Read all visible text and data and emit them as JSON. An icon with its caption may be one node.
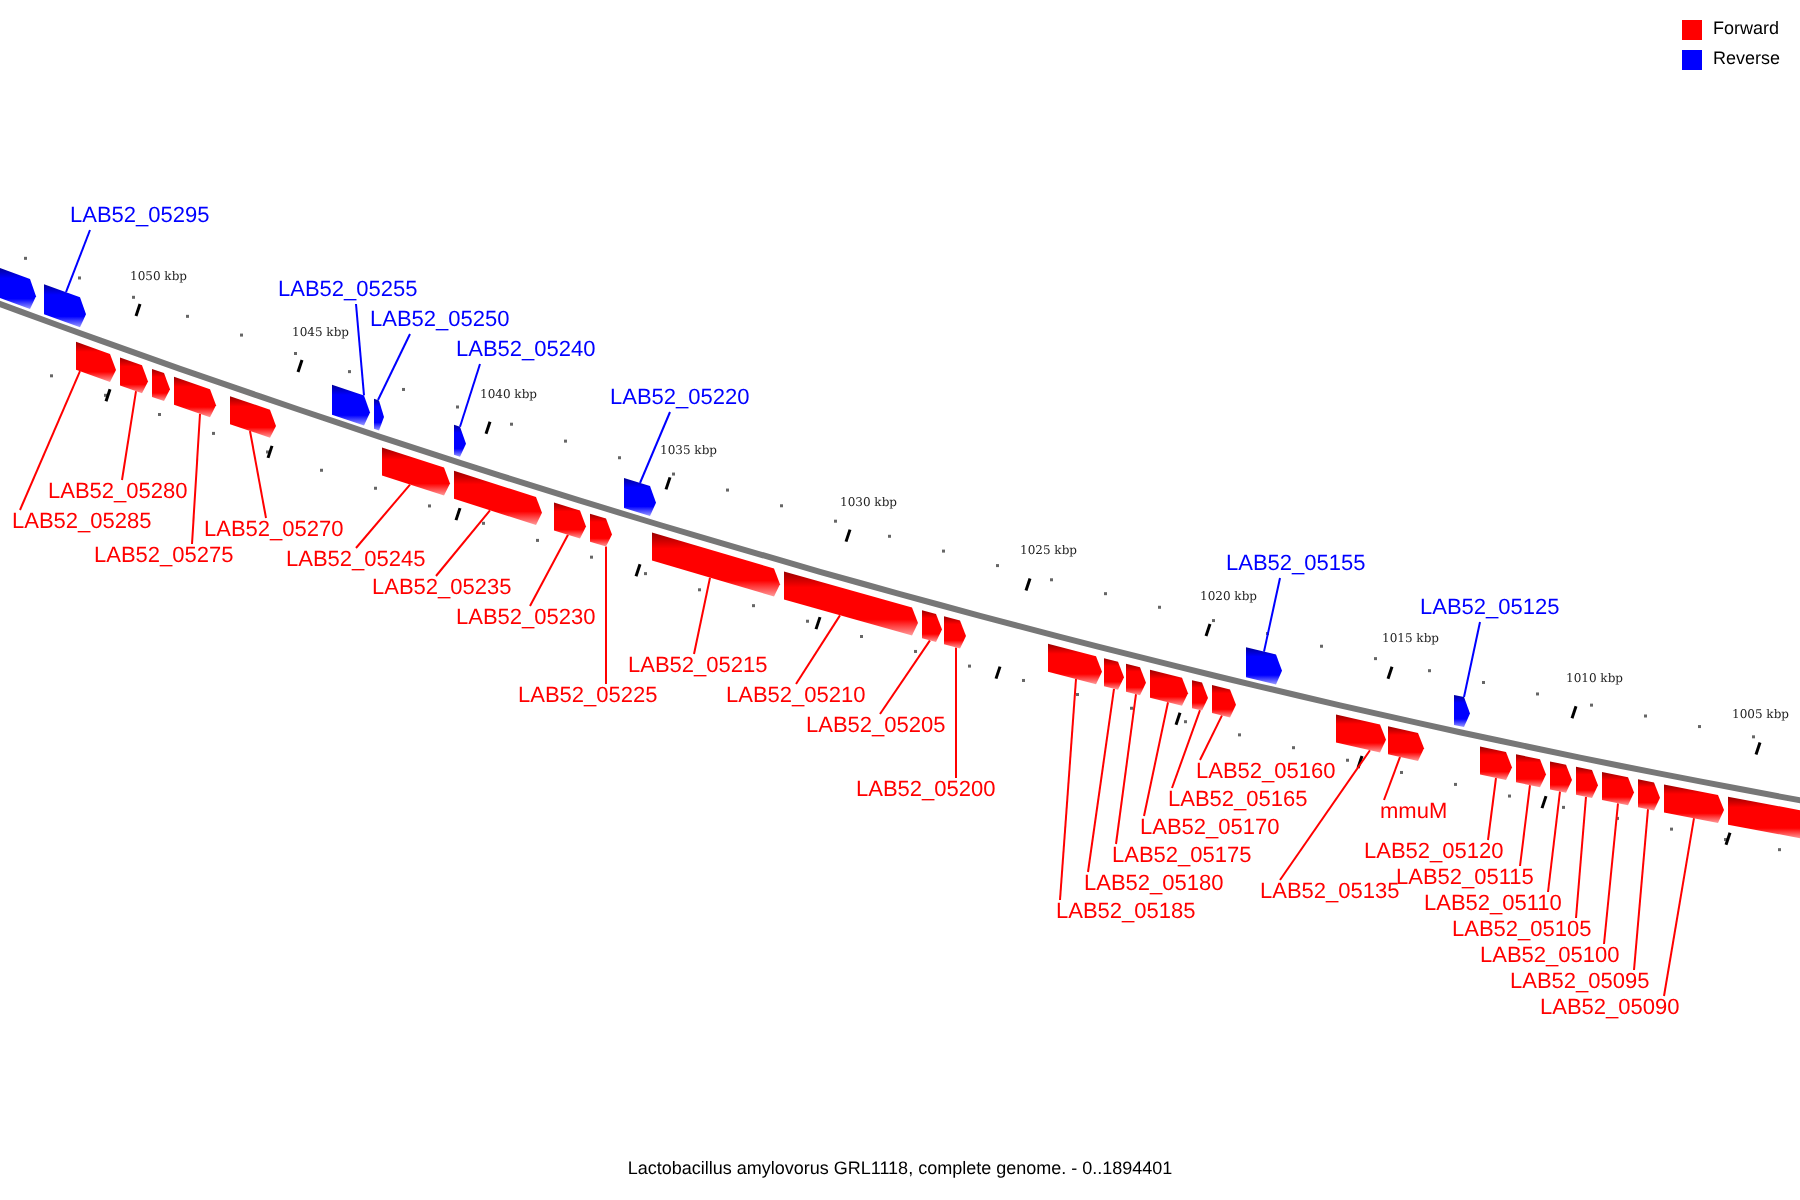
{
  "diagram": {
    "caption": "Lactobacillus amylovorus GRL1118, complete genome. - 0..1894401",
    "nodes": [
      {
        "text": [
          "LAB52_05295"
        ]
      },
      {
        "text": [
          "LAB52_05255"
        ]
      },
      {
        "text": [
          "LAB52_05250"
        ]
      },
      {
        "text": [
          "LAB52_05240"
        ]
      },
      {
        "text": [
          "LAB52_05220"
        ]
      },
      {
        "text": [
          "LAB52_05155"
        ]
      },
      {
        "text": [
          "LAB52_05125"
        ]
      },
      {
        "text": [
          "LAB52_05280"
        ]
      },
      {
        "text": [
          "LAB52_05285"
        ]
      },
      {
        "text": [
          "LAB52_05275"
        ]
      },
      {
        "text": [
          "LAB52_05270"
        ]
      },
      {
        "text": [
          "LAB52_05245"
        ]
      },
      {
        "text": [
          "LAB52_05235"
        ]
      },
      {
        "text": [
          "LAB52_05230"
        ]
      },
      {
        "text": [
          "LAB52_05225"
        ]
      },
      {
        "text": [
          "LAB52_05215"
        ]
      },
      {
        "text": [
          "LAB52_05210"
        ]
      },
      {
        "text": [
          "LAB52_05205"
        ]
      },
      {
        "text": [
          "LAB52_05200"
        ]
      },
      {
        "text": [
          "LAB52_05185"
        ]
      },
      {
        "text": [
          "LAB52_05180"
        ]
      },
      {
        "text": [
          "LAB52_05165"
        ]
      },
      {
        "text": [
          "LAB52_05160"
        ]
      },
      {
        "text": [
          "LAB52_05170"
        ]
      },
      {
        "text": [
          "LAB52_05175"
        ]
      },
      {
        "text": [
          "LAB52_05135"
        ]
      },
      {
        "text": [
          "mmuM"
        ]
      },
      {
        "text": [
          "LAB52_05120"
        ]
      },
      {
        "text": [
          "LAB52_05110"
        ]
      },
      {
        "text": [
          "LAB52_05090"
        ]
      },
      {
        "text": [
          "LAB52_05095"
        ]
      },
      {
        "text": [
          "LAB52_05100"
        ]
      },
      {
        "text": [
          "LAB52_05105"
        ]
      },
      {
        "text": [
          "LAB52_05115"
        ]
      },
      {
        "text": [],
        "shape": "box"
      },
      {
        "text": [],
        "shape": "box"
      },
      {
        "text": [],
        "shape": "box"
      },
      {
        "text": [],
        "shape": "box"
      },
      {
        "text": [],
        "shape": "box"
      },
      {
        "text": [],
        "shape": "box"
      },
      {
        "text": [],
        "shape": "box"
      },
      {
        "text": [],
        "shape": "box"
      },
      {
        "text": [],
        "shape": "box"
      },
      {
        "text": [],
        "shape": "box"
      },
      {
        "text": [],
        "shape": "box"
      },
      {
        "text": [],
        "shape": "box"
      },
      {
        "text": [],
        "shape": "box"
      },
      {
        "text": [],
        "shape": "box"
      },
      {
        "text": [],
        "shape": "box"
      },
      {
        "text": [],
        "shape": "box"
      },
      {
        "text": [],
        "shape": "box"
      },
      {
        "text": [],
        "shape": "box"
      },
      {
        "text": [],
        "shape": "box"
      },
      {
        "text": [],
        "shape": "box"
      },
      {
        "text": [],
        "shape": "box"
      },
      {
        "text": [],
        "shape": "box"
      },
      {
        "text": [],
        "shape": "box"
      },
      {
        "text": [],
        "shape": "box"
      },
      {
        "text": [],
        "shape": "box"
      },
      {
        "text": [],
        "shape": "box"
      },
      {
        "text": [],
        "shape": "box"
      },
      {
        "text": [],
        "shape": "box"
      },
      {
        "text": [],
        "shape": "box"
      },
      {
        "text": [],
        "shape": "box"
      },
      {
        "text": [],
        "shape": "box"
      },
      {
        "text": [],
        "shape": "box"
      },
      {
        "text": [],
        "shape": "box"
      },
      {
        "text": [],
        "shape": "box"
      },
      {
        "text": [],
        "shape": "box"
      },
      {
        "text": [],
        "shape": "box"
      },
      {
        "text": [],
        "shape": "box"
      }
    ],
    "edges": [
      {
        "from": 0,
        "to": 35,
        "arrow": "none",
        "color": "#0000ff"
      },
      {
        "from": 1,
        "to": 41,
        "arrow": "none",
        "color": "#0000ff"
      },
      {
        "from": 2,
        "to": 42,
        "arrow": "none",
        "color": "#0000ff"
      },
      {
        "from": 3,
        "to": 44,
        "arrow": "none",
        "color": "#0000ff"
      },
      {
        "from": 4,
        "to": 48,
        "arrow": "none",
        "color": "#0000ff"
      },
      {
        "from": 5,
        "to": 59,
        "arrow": "none",
        "color": "#0000ff"
      },
      {
        "from": 6,
        "to": 62,
        "arrow": "none",
        "color": "#0000ff"
      },
      {
        "from": 7,
        "to": 37,
        "arrow": "none"
      },
      {
        "from": 8,
        "to": 36,
        "arrow": "none"
      },
      {
        "from": 9,
        "to": 39,
        "arrow": "none"
      },
      {
        "from": 10,
        "to": 40,
        "arrow": "none"
      },
      {
        "from": 11,
        "to": 43,
        "arrow": "none"
      },
      {
        "from": 12,
        "to": 45,
        "arrow": "none"
      },
      {
        "from": 13,
        "to": 46,
        "arrow": "none"
      },
      {
        "from": 14,
        "to": 47,
        "arrow": "none"
      },
      {
        "from": 15,
        "to": 49,
        "arrow": "none"
      },
      {
        "from": 16,
        "to": 50,
        "arrow": "none"
      },
      {
        "from": 17,
        "to": 51,
        "arrow": "none"
      },
      {
        "from": 18,
        "to": 52,
        "arrow": "none"
      },
      {
        "from": 19,
        "to": 53,
        "arrow": "none"
      },
      {
        "from": 20,
        "to": 54,
        "arrow": "none"
      },
      {
        "from": 21,
        "to": 57,
        "arrow": "none"
      },
      {
        "from": 22,
        "to": 58,
        "arrow": "none"
      },
      {
        "from": 23,
        "to": 56,
        "arrow": "none"
      },
      {
        "from": 24,
        "to": 55,
        "arrow": "none"
      },
      {
        "from": 25,
        "to": 60,
        "arrow": "none"
      },
      {
        "from": 26,
        "to": 61,
        "arrow": "none"
      },
      {
        "from": 27,
        "to": 63,
        "arrow": "none"
      },
      {
        "from": 28,
        "to": 65,
        "arrow": "none"
      },
      {
        "from": 29,
        "to": 69,
        "arrow": "none"
      },
      {
        "from": 30,
        "to": 68,
        "arrow": "none"
      },
      {
        "from": 31,
        "to": 67,
        "arrow": "none"
      },
      {
        "from": 32,
        "to": 66,
        "arrow": "none"
      },
      {
        "from": 33,
        "to": 64,
        "arrow": "none"
      }
    ],
    "labels": [
      "1050 kbp",
      "1045 kbp",
      "1040 kbp",
      "1035 kbp",
      "1030 kbp",
      "1025 kbp",
      "1020 kbp",
      "1015 kbp",
      "1010 kbp",
      "1005 kbp"
    ],
    "legend": [
      {
        "text": "Forward",
        "color": "#ff0000"
      },
      {
        "text": "Reverse",
        "color": "#0000ff"
      }
    ]
  }
}
